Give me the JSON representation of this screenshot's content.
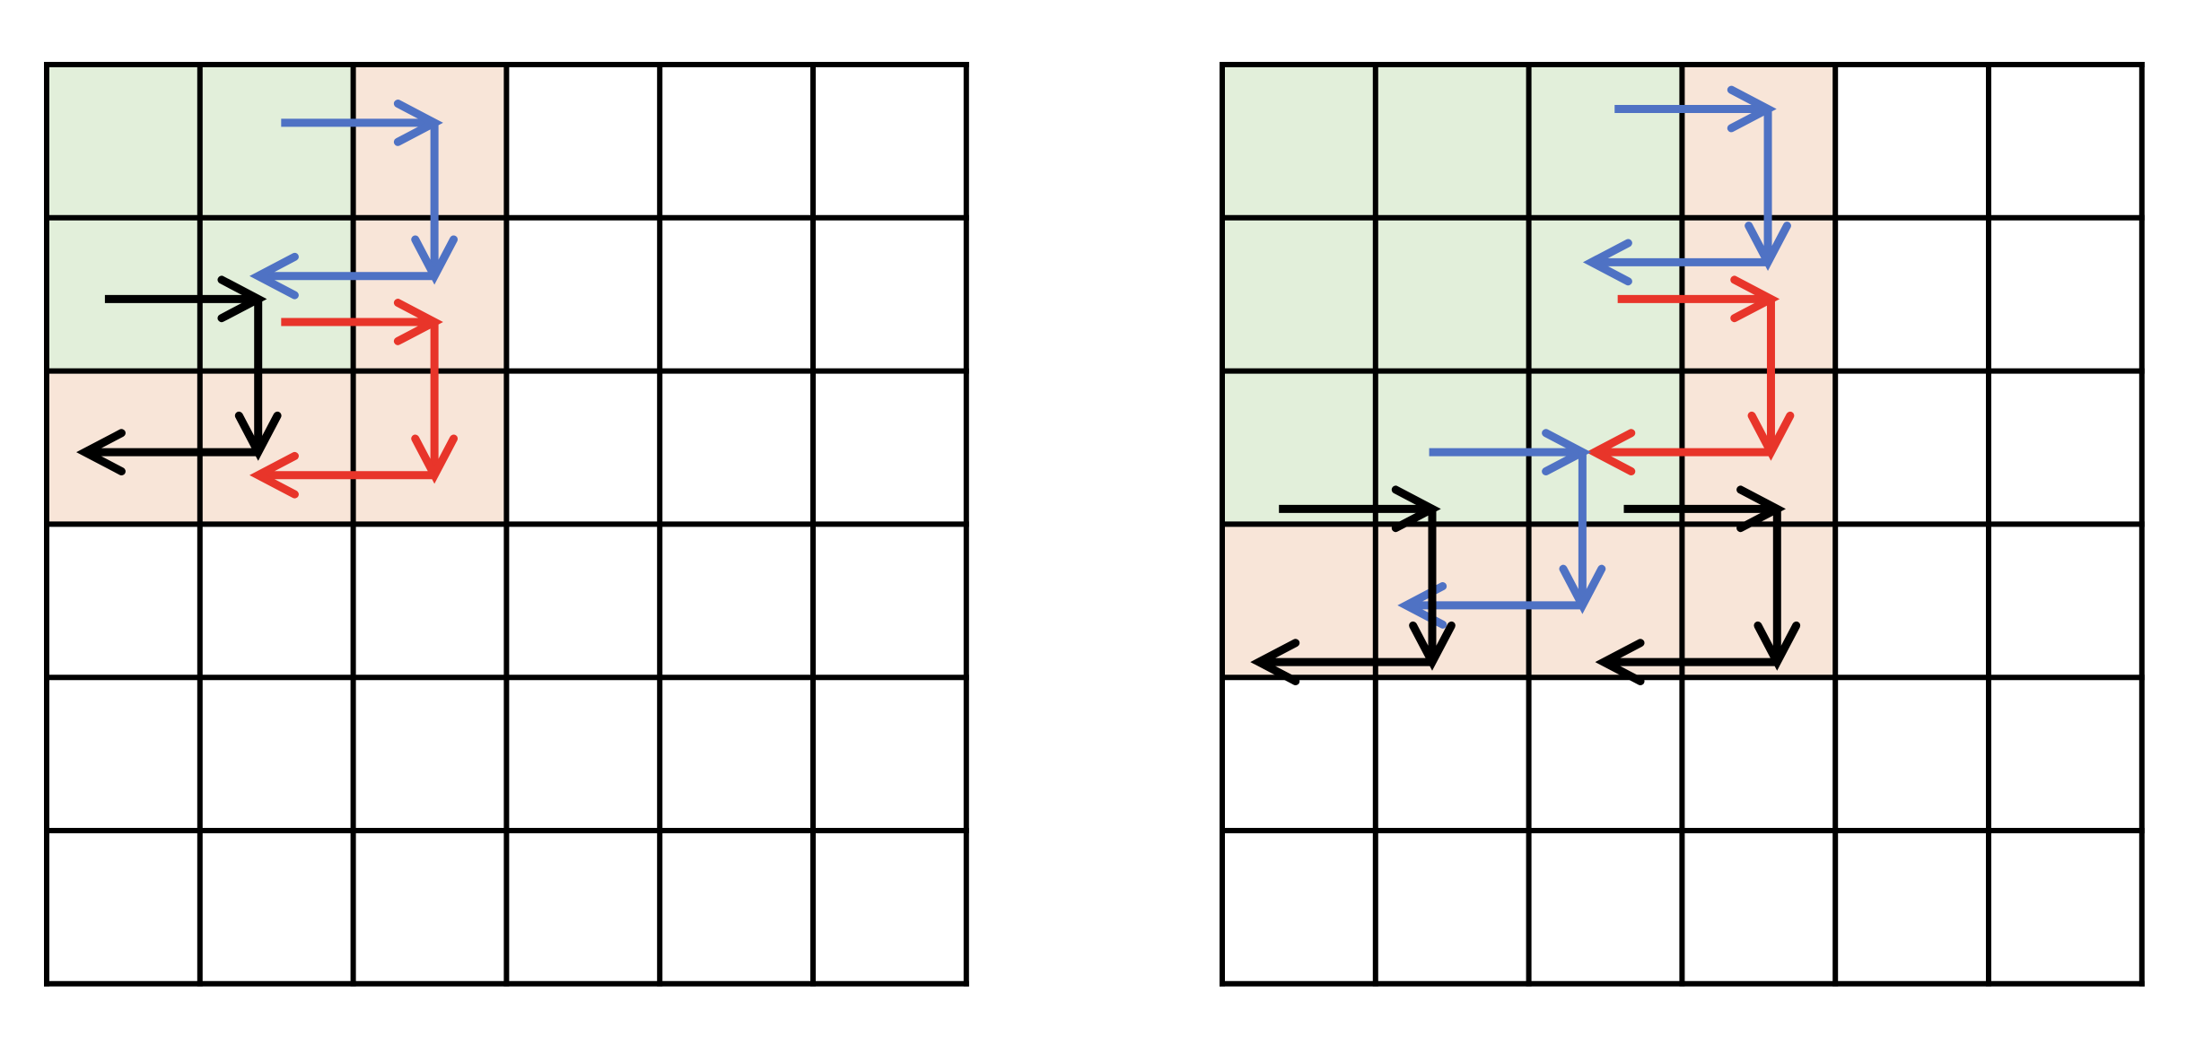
{
  "colors": {
    "background": "#ffffff",
    "grid_line": "#000000",
    "cell_green": "#e2efda",
    "cell_orange": "#f8e5d8",
    "arrow_black": "#000000",
    "arrow_blue": "#4f72c4",
    "arrow_red": "#e8352a"
  },
  "grids": [
    {
      "name": "left-grid",
      "rows": 6,
      "cols": 6,
      "green_cells": [
        [
          0,
          0
        ],
        [
          0,
          1
        ],
        [
          1,
          0
        ],
        [
          1,
          1
        ]
      ],
      "orange_cells": [
        [
          0,
          2
        ],
        [
          1,
          2
        ],
        [
          2,
          0
        ],
        [
          2,
          1
        ],
        [
          2,
          2
        ]
      ],
      "paths": [
        {
          "color": "arrow_black",
          "points": [
            [
              0.38,
              1.53
            ],
            [
              1.38,
              1.53
            ],
            [
              1.38,
              2.53
            ],
            [
              0.25,
              2.53
            ]
          ]
        },
        {
          "color": "arrow_blue",
          "points": [
            [
              1.53,
              0.38
            ],
            [
              2.53,
              0.38
            ],
            [
              2.53,
              1.38
            ],
            [
              1.38,
              1.38
            ]
          ]
        },
        {
          "color": "arrow_red",
          "points": [
            [
              1.53,
              1.68
            ],
            [
              2.53,
              1.68
            ],
            [
              2.53,
              2.68
            ],
            [
              1.38,
              2.68
            ]
          ]
        }
      ]
    },
    {
      "name": "right-grid",
      "rows": 6,
      "cols": 6,
      "green_cells": [
        [
          0,
          0
        ],
        [
          0,
          1
        ],
        [
          0,
          2
        ],
        [
          1,
          0
        ],
        [
          1,
          1
        ],
        [
          1,
          2
        ],
        [
          2,
          0
        ],
        [
          2,
          1
        ],
        [
          2,
          2
        ]
      ],
      "orange_cells": [
        [
          0,
          3
        ],
        [
          1,
          3
        ],
        [
          2,
          3
        ],
        [
          3,
          0
        ],
        [
          3,
          1
        ],
        [
          3,
          2
        ],
        [
          3,
          3
        ]
      ],
      "paths": [
        {
          "color": "arrow_blue",
          "points": [
            [
              2.56,
              0.29
            ],
            [
              3.56,
              0.29
            ],
            [
              3.56,
              1.29
            ],
            [
              2.41,
              1.29
            ]
          ]
        },
        {
          "color": "arrow_red",
          "points": [
            [
              2.58,
              1.53
            ],
            [
              3.58,
              1.53
            ],
            [
              3.58,
              2.53
            ],
            [
              2.43,
              2.53
            ]
          ]
        },
        {
          "color": "arrow_blue",
          "points": [
            [
              1.35,
              2.53
            ],
            [
              2.35,
              2.53
            ],
            [
              2.35,
              3.53
            ],
            [
              1.2,
              3.53
            ]
          ]
        },
        {
          "color": "arrow_black",
          "points": [
            [
              0.37,
              2.9
            ],
            [
              1.37,
              2.9
            ],
            [
              1.37,
              3.9
            ],
            [
              0.24,
              3.9
            ]
          ]
        },
        {
          "color": "arrow_black",
          "points": [
            [
              2.62,
              2.9
            ],
            [
              3.62,
              2.9
            ],
            [
              3.62,
              3.9
            ],
            [
              2.49,
              3.9
            ]
          ]
        }
      ]
    }
  ]
}
